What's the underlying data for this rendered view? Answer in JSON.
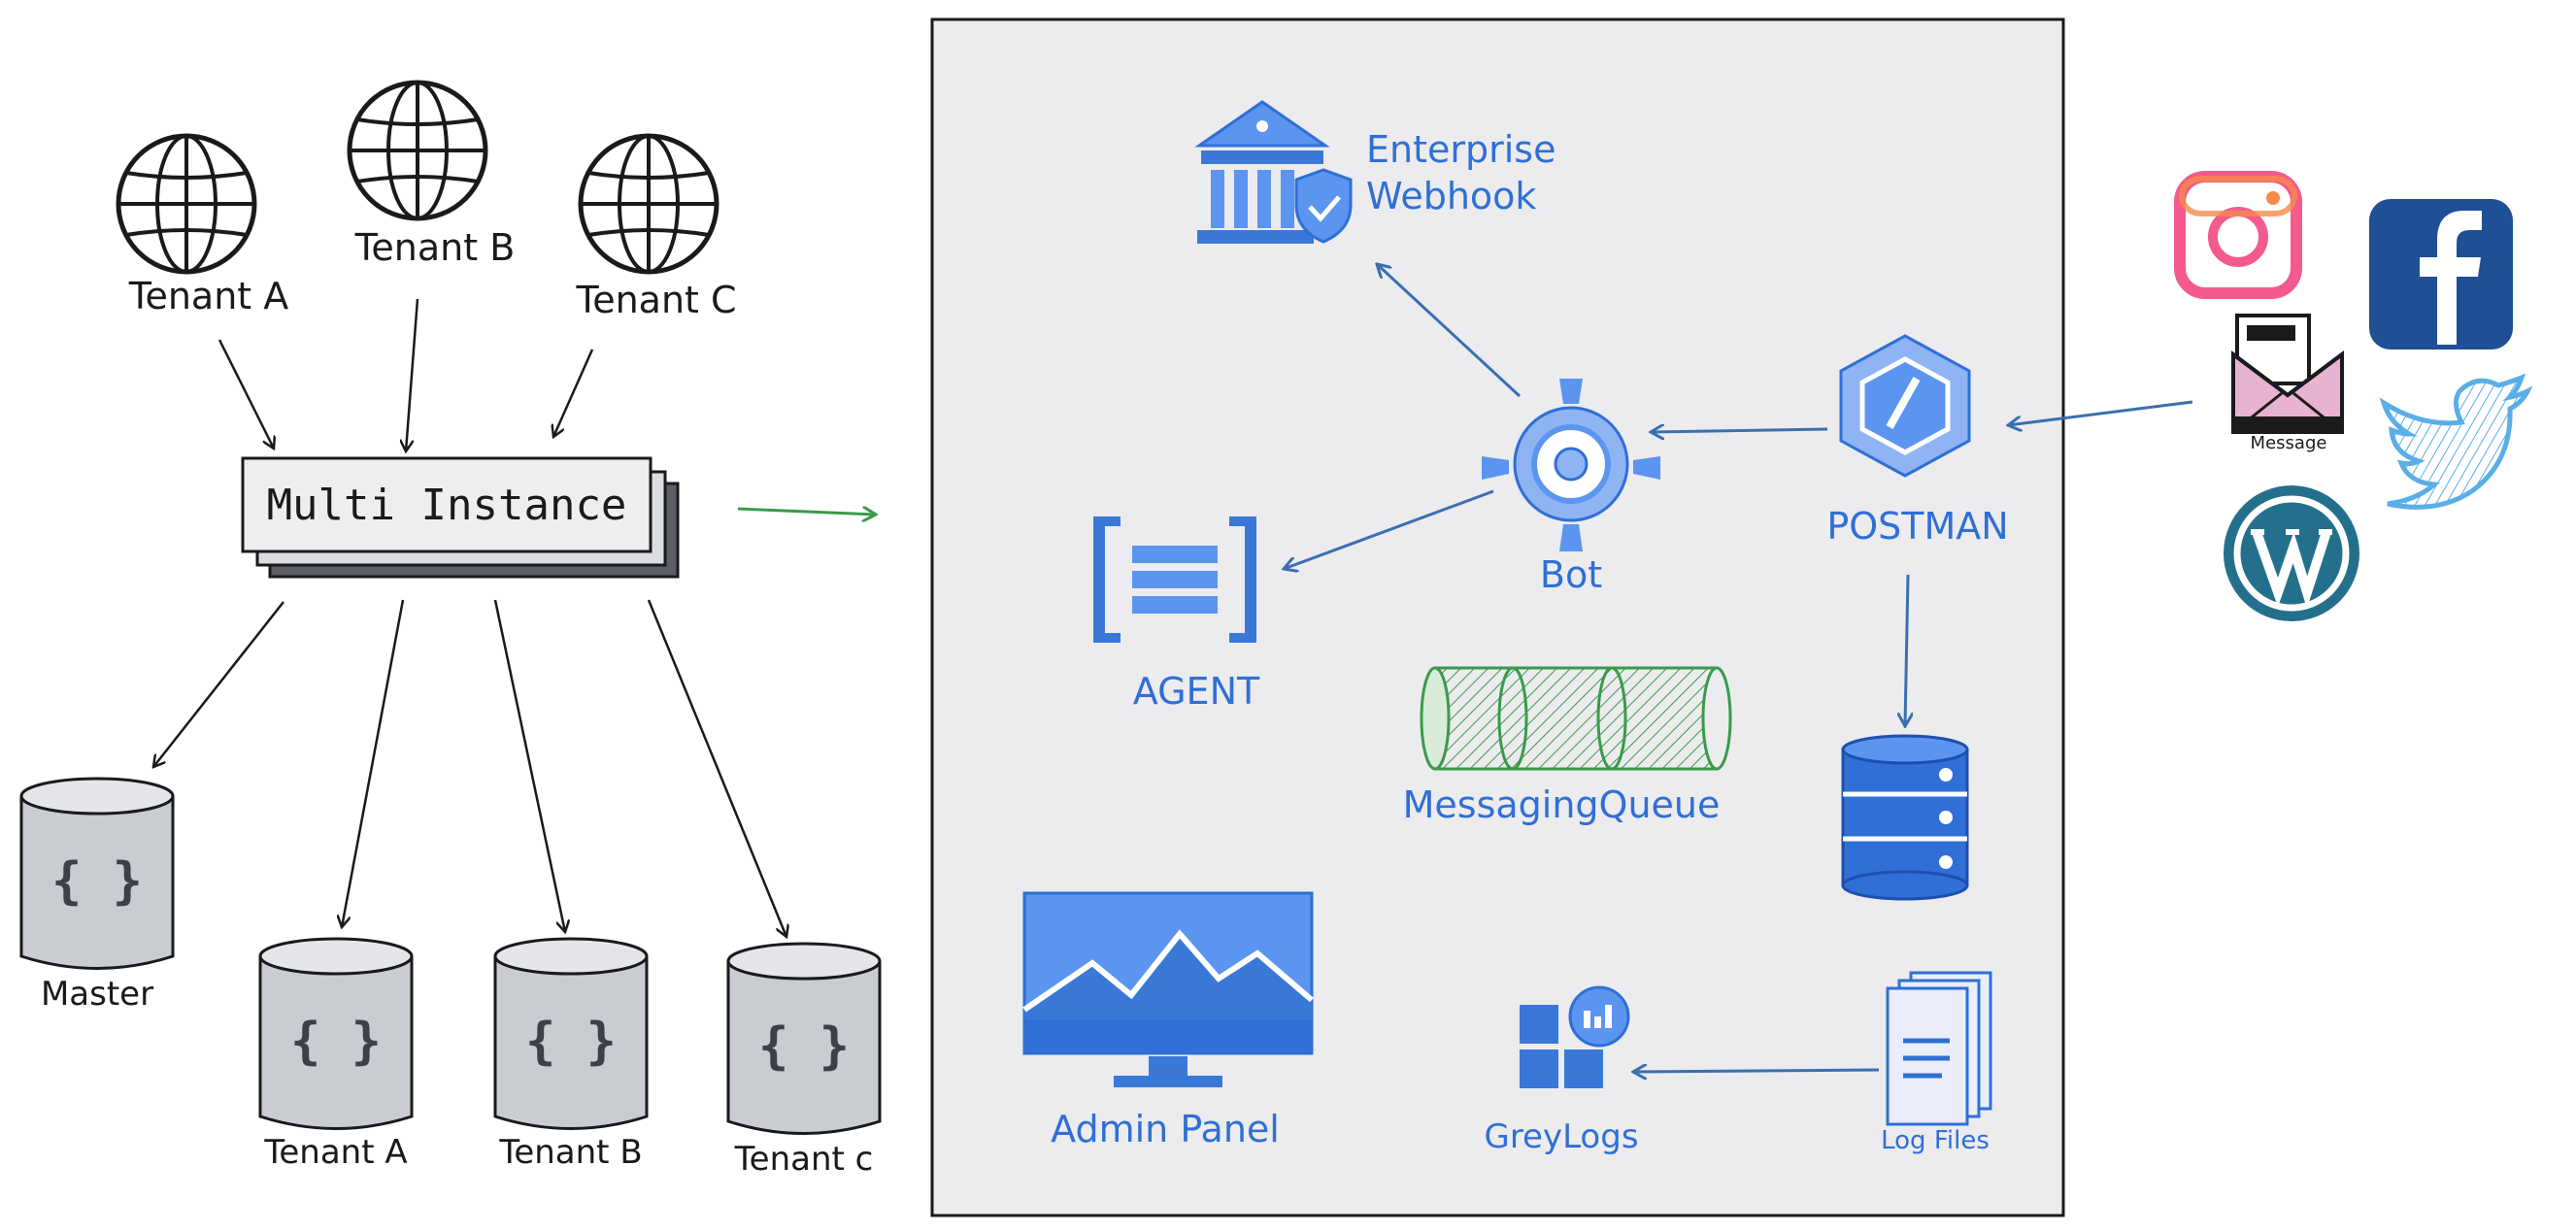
{
  "tenants_top": [
    "Tenant A",
    "Tenant B",
    "Tenant C"
  ],
  "multi_instance_label": "Multi Instance",
  "databases": [
    "Master",
    "Tenant A",
    "Tenant B",
    "Tenant c"
  ],
  "db_glyph": "{ }",
  "panel": {
    "enterprise_webhook_line1": "Enterprise",
    "enterprise_webhook_line2": "Webhook",
    "bot": "Bot",
    "postman": "POSTMAN",
    "agent": "AGENT",
    "messaging_queue": "MessagingQueue",
    "admin_panel": "Admin Panel",
    "greylogs": "GreyLogs",
    "log_files": "Log Files"
  },
  "social": {
    "message": "Message"
  },
  "colors": {
    "ink": "#1a1a1a",
    "blue_text": "#2f6fd6",
    "blue_fill": "#5b95f0",
    "blue_dark": "#3a78d8",
    "panel_bg": "#ececee",
    "db_gray": "#c9ccd1",
    "green": "#3a9a4a",
    "facebook": "#1f4f94",
    "twitter": "#5aaee6",
    "wordpress": "#24708c",
    "instagram": "#f45a8c"
  }
}
